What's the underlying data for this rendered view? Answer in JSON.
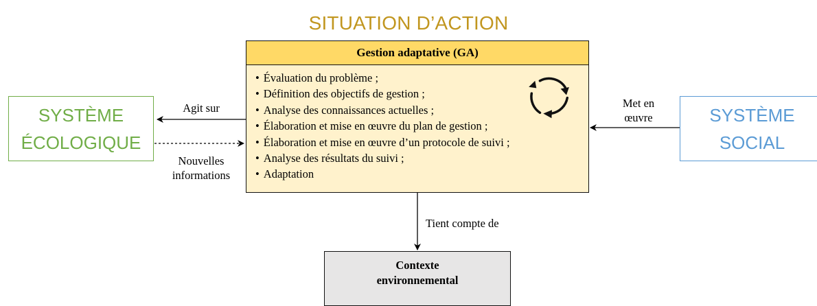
{
  "title": "SITUATION D’ACTION",
  "ga": {
    "header": "Gestion adaptative (GA)",
    "items": [
      "Évaluation du problème ;",
      "Définition des objectifs de gestion ;",
      "Analyse des connaissances actuelles ;",
      "Élaboration et mise en œuvre du plan de gestion ;",
      "Élaboration et mise en œuvre d’un protocole de suivi ;",
      "Analyse des résultats du suivi ;",
      "Adaptation"
    ]
  },
  "ecological": {
    "line1": "SYSTÈME",
    "line2": "ÉCOLOGIQUE"
  },
  "social": {
    "line1": "SYSTÈME",
    "line2": "SOCIAL"
  },
  "context": {
    "line1": "Contexte",
    "line2": "environnemental"
  },
  "labels": {
    "acts_on": "Agit sur",
    "new_info_1": "Nouvelles",
    "new_info_2": "informations",
    "implements_1": "Met en",
    "implements_2": "œuvre",
    "considers": "Tient compte de"
  },
  "colors": {
    "title": "#c1961f",
    "ga_header": "#ffd966",
    "ga_body": "#fff2cc",
    "ecological": "#70ad47",
    "social": "#5b9bd5",
    "context": "#e7e6e6"
  },
  "icons": {
    "cycle": "refresh-cycle-icon"
  }
}
